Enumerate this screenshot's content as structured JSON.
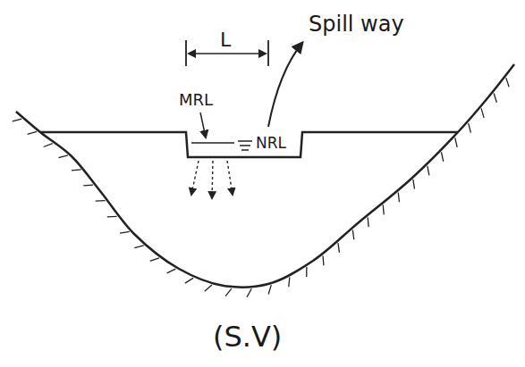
{
  "diagram": {
    "caption": "(S.V)",
    "labels": [
      "L",
      "Spill way",
      "MRL",
      "NRL"
    ]
  }
}
